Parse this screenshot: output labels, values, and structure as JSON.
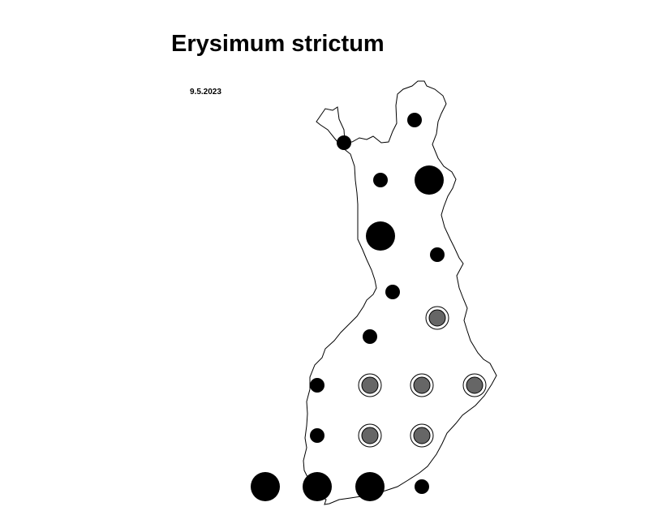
{
  "title": "Erysimum strictum",
  "date": "9.5.2023",
  "colors": {
    "outline": "#000000",
    "land": "#ffffff",
    "solid": "#000000",
    "grey": "#666666"
  },
  "markers": [
    {
      "style": "solid",
      "size": "small"
    },
    {
      "style": "solid",
      "size": "small"
    },
    {
      "style": "solid",
      "size": "small"
    },
    {
      "style": "solid",
      "size": "large"
    },
    {
      "style": "solid",
      "size": "large"
    },
    {
      "style": "solid",
      "size": "small"
    },
    {
      "style": "solid",
      "size": "small"
    },
    {
      "style": "ringed",
      "size": "medium"
    },
    {
      "style": "solid",
      "size": "small"
    },
    {
      "style": "solid",
      "size": "small"
    },
    {
      "style": "ringed",
      "size": "medium"
    },
    {
      "style": "ringed",
      "size": "medium"
    },
    {
      "style": "ringed",
      "size": "medium"
    },
    {
      "style": "solid",
      "size": "small"
    },
    {
      "style": "ringed",
      "size": "medium"
    },
    {
      "style": "ringed",
      "size": "medium"
    },
    {
      "style": "solid",
      "size": "large"
    },
    {
      "style": "solid",
      "size": "large"
    },
    {
      "style": "solid",
      "size": "large"
    },
    {
      "style": "solid",
      "size": "small"
    }
  ]
}
